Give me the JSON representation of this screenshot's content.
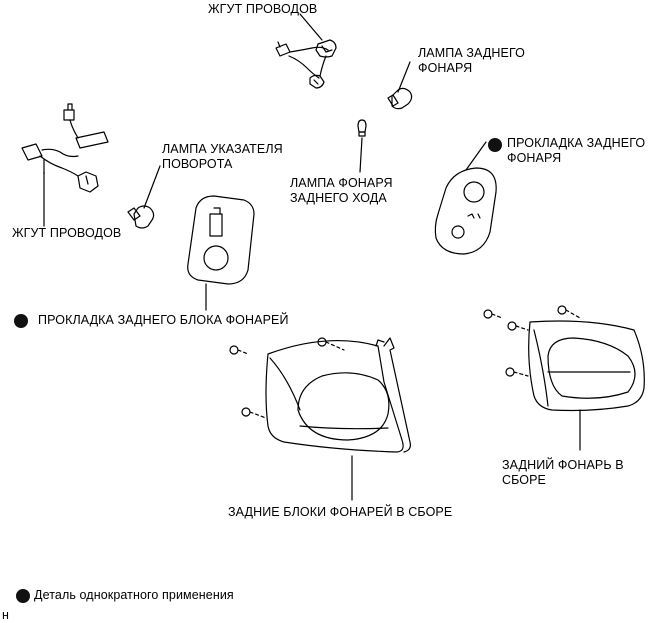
{
  "labels": {
    "harness_top": "ЖГУТ ПРОВОДОВ",
    "tail_bulb": "ЛАМПА ЗАДНЕГО\nФОНАРЯ",
    "turn_bulb": "ЛАМПА УКАЗАТЕЛЯ\nПОВОРОТА",
    "backup_bulb": "ЛАМПА ФОНАРЯ\nЗАДНЕГО ХОДА",
    "harness_left": "ЖГУТ ПРОВОДОВ",
    "tail_gasket": "ПРОКЛАДКА ЗАДНЕГО\nФОНАРЯ",
    "block_gasket": "ПРОКЛАДКА ЗАДНЕГО БЛОКА ФОНАРЕЙ",
    "rear_light_assy": "ЗАДНИЙ ФОНАРЬ В\nСБОРЕ",
    "rear_blocks_assy": "ЗАДНИЕ БЛОКИ ФОНАРЕЙ В СБОРЕ",
    "legend": "Деталь однократного применения",
    "corner": "н"
  },
  "colors": {
    "line": "#000000",
    "marker": "#111111"
  },
  "icons": {
    "single_use_marker": "filled-circle-icon"
  }
}
